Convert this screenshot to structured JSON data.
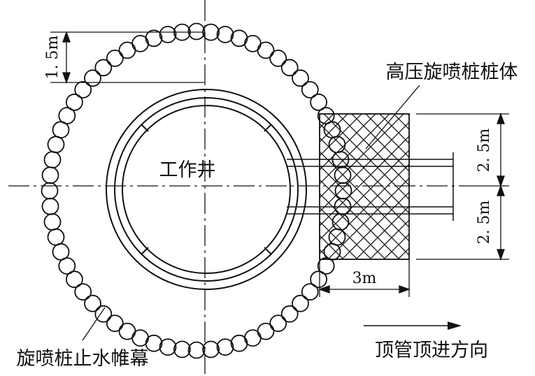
{
  "labels": {
    "well": "工作井",
    "jet_pile_body": "高压旋喷桩桩体",
    "curtain": "旋喷桩止水帷幕",
    "direction": "顶管顶进方向"
  },
  "dimensions": {
    "ring_width": "1. 5m",
    "upper_half": "2. 5m",
    "lower_half": "2. 5m",
    "block_width": "3m"
  },
  "colors": {
    "line": "#111111",
    "background": "#ffffff"
  }
}
